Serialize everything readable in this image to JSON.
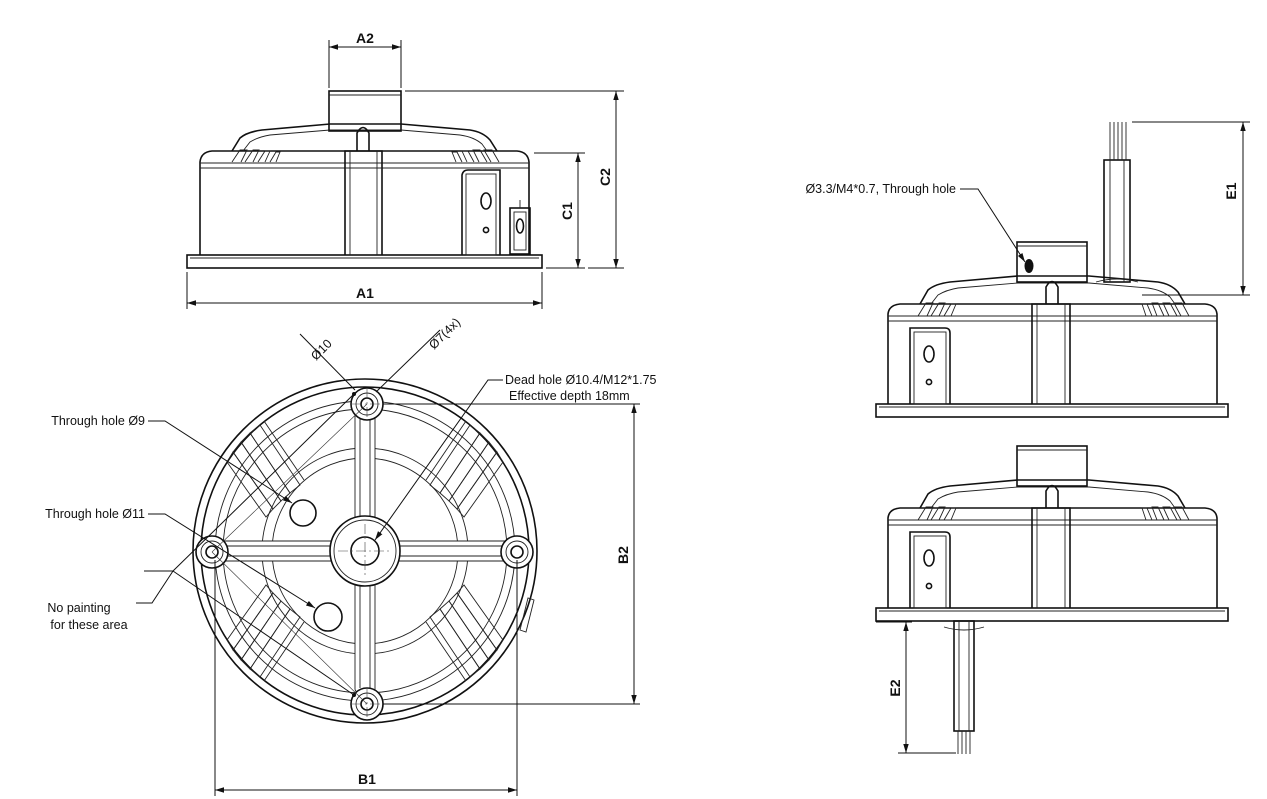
{
  "dimensions": {
    "a1": "A1",
    "a2": "A2",
    "b1": "B1",
    "b2": "B2",
    "c1": "C1",
    "c2": "C2",
    "e1": "E1",
    "e2": "E2"
  },
  "callouts": {
    "dia10": "Ø10",
    "dia7": "Ø7(4x)",
    "dead_hole_line1": "Dead hole Ø10.4/M12*1.75",
    "dead_hole_line2": "Effective depth 18mm",
    "through_hole_9": "Through hole Ø9",
    "through_hole_11": "Through hole Ø11",
    "no_painting_line1": "No painting",
    "no_painting_line2": "for these area",
    "side_hole": "Ø3.3/M4*0.7, Through hole"
  }
}
